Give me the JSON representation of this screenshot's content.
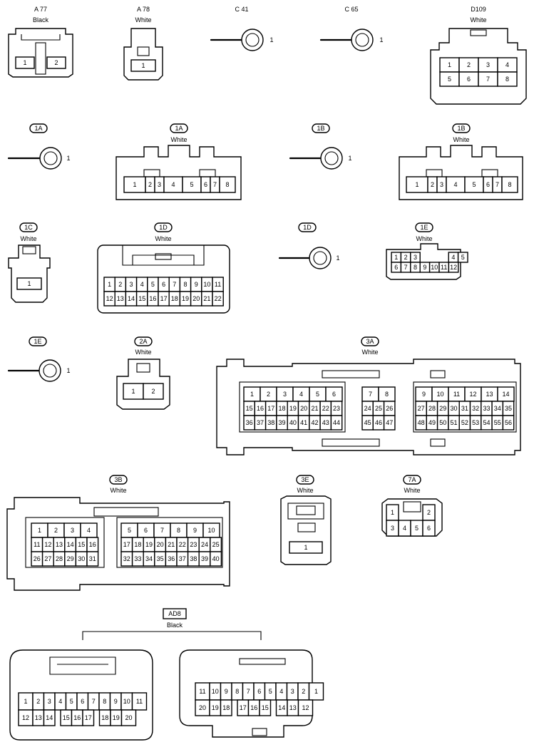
{
  "connectors": {
    "a77": {
      "code": "A 77",
      "color": "Black",
      "pins": [
        "1",
        "2"
      ]
    },
    "a78": {
      "code": "A 78",
      "color": "White",
      "pins": [
        "1"
      ]
    },
    "c41": {
      "code": "C 41",
      "pin": "1"
    },
    "c65": {
      "code": "C 65",
      "pin": "1"
    },
    "d109": {
      "code": "D109",
      "color": "White",
      "pins": [
        "1",
        "2",
        "3",
        "4",
        "5",
        "6",
        "7",
        "8"
      ]
    },
    "j1a_ring": {
      "code": "1A",
      "pin": "1"
    },
    "j1a": {
      "code": "1A",
      "color": "White",
      "pins": [
        "1",
        "2",
        "3",
        "4",
        "5",
        "6",
        "7",
        "8"
      ]
    },
    "j1b_ring": {
      "code": "1B",
      "pin": "1"
    },
    "j1b": {
      "code": "1B",
      "color": "White",
      "pins": [
        "1",
        "2",
        "3",
        "4",
        "5",
        "6",
        "7",
        "8"
      ]
    },
    "j1c": {
      "code": "1C",
      "color": "White",
      "pins": [
        "1"
      ]
    },
    "j1d": {
      "code": "1D",
      "color": "White",
      "pins": [
        "1",
        "2",
        "3",
        "4",
        "5",
        "6",
        "7",
        "8",
        "9",
        "10",
        "11",
        "12",
        "13",
        "14",
        "15",
        "16",
        "17",
        "18",
        "19",
        "20",
        "21",
        "22"
      ]
    },
    "j1d_ring": {
      "code": "1D",
      "pin": "1"
    },
    "j1e": {
      "code": "1E",
      "color": "White",
      "pins": [
        "1",
        "2",
        "3",
        "4",
        "5",
        "6",
        "7",
        "8",
        "9",
        "10",
        "11",
        "12"
      ]
    },
    "j1e_ring": {
      "code": "1E",
      "pin": "1"
    },
    "j2a": {
      "code": "2A",
      "color": "White",
      "pins": [
        "1",
        "2"
      ]
    },
    "j3a": {
      "code": "3A",
      "color": "White",
      "pins": [
        "1",
        "2",
        "3",
        "4",
        "5",
        "6",
        "7",
        "8",
        "9",
        "10",
        "11",
        "12",
        "13",
        "14",
        "15",
        "16",
        "17",
        "18",
        "19",
        "20",
        "21",
        "22",
        "23",
        "24",
        "25",
        "26",
        "27",
        "28",
        "29",
        "30",
        "31",
        "32",
        "33",
        "34",
        "35",
        "36",
        "37",
        "38",
        "39",
        "40",
        "41",
        "42",
        "43",
        "44",
        "45",
        "46",
        "47",
        "48",
        "49",
        "50",
        "51",
        "52",
        "53",
        "54",
        "55",
        "56"
      ]
    },
    "j3b": {
      "code": "3B",
      "color": "White",
      "pins": [
        "1",
        "2",
        "3",
        "4",
        "5",
        "6",
        "7",
        "8",
        "9",
        "10",
        "11",
        "12",
        "13",
        "14",
        "15",
        "16",
        "17",
        "18",
        "19",
        "20",
        "21",
        "22",
        "23",
        "24",
        "25",
        "26",
        "27",
        "28",
        "29",
        "30",
        "31",
        "32",
        "33",
        "34",
        "35",
        "36",
        "37",
        "38",
        "39",
        "40"
      ]
    },
    "j3e": {
      "code": "3E",
      "color": "White",
      "pins": [
        "1"
      ]
    },
    "j7a": {
      "code": "7A",
      "color": "White",
      "pins": [
        "1",
        "2",
        "3",
        "4",
        "5",
        "6"
      ]
    },
    "ad8": {
      "code": "AD8",
      "color": "Black",
      "pins": [
        "1",
        "2",
        "3",
        "4",
        "5",
        "6",
        "7",
        "8",
        "9",
        "10",
        "11",
        "12",
        "13",
        "14",
        "15",
        "16",
        "17",
        "18",
        "19",
        "20"
      ]
    }
  }
}
